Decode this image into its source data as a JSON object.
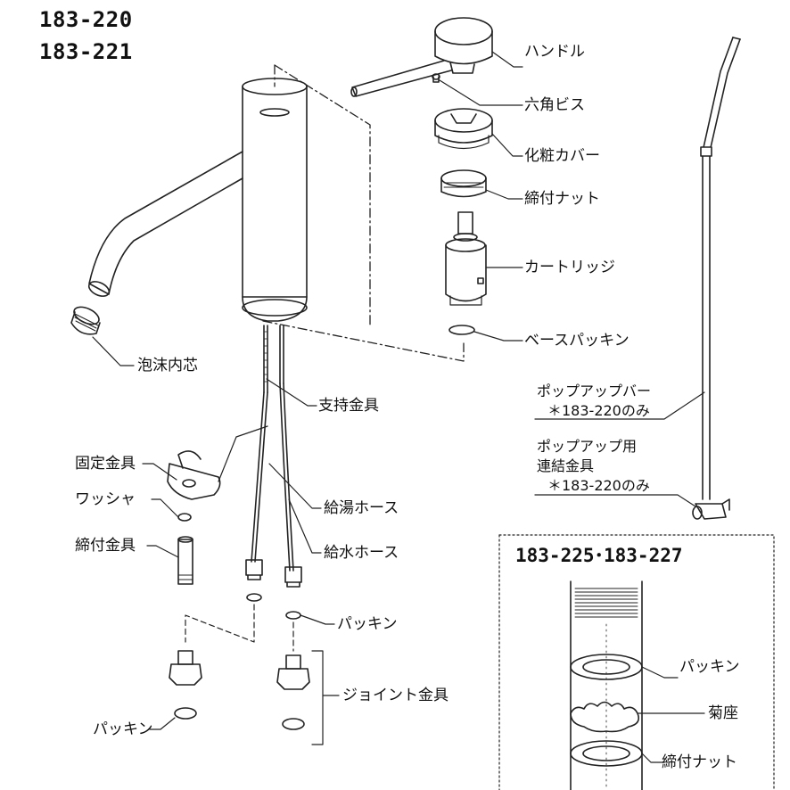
{
  "models": [
    "183-220",
    "183-221"
  ],
  "labels": {
    "handle": "ハンドル",
    "hex_screw": "六角ビス",
    "cosmetic_cover": "化粧カバー",
    "fastening_nut": "締付ナット",
    "cartridge": "カートリッジ",
    "base_packing": "ベースパッキン",
    "aerator": "泡沫内芯",
    "support_bracket": "支持金具",
    "fixing_bracket": "固定金具",
    "washer": "ワッシャ",
    "fastening_fitting": "締付金具",
    "hot_hose": "給湯ホース",
    "cold_hose": "給水ホース",
    "packing": "パッキン",
    "joint_fitting": "ジョイント金具",
    "packing_bottom": "パッキン"
  },
  "popup": {
    "bar_label": "ポップアップバー",
    "bar_note": "＊183-220のみ",
    "link_label_1": "ポップアップ用",
    "link_label_2": "連結金具",
    "link_note": "＊183-220のみ"
  },
  "inset": {
    "title": "183-225･183-227",
    "packing": "パッキン",
    "chrysanthemum_seat": "菊座",
    "fastening_nut": "締付ナット"
  }
}
